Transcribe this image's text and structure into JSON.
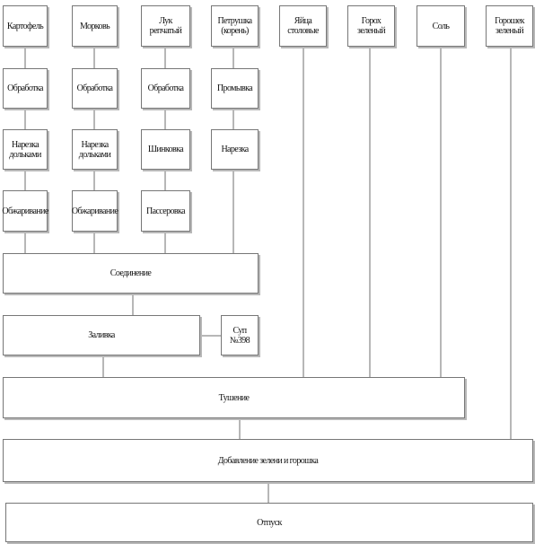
{
  "diagram": {
    "ingredients": {
      "potato": "Картофель",
      "carrot": "Морковь",
      "onion": "Лук репчатый",
      "parsley": "Петрушка (корень)",
      "egg": "Яйца столовые",
      "peas": "Горох зеленый",
      "salt": "Соль",
      "greens": "Горошек зеленый"
    },
    "steps": {
      "potato_process": "Обработка",
      "carrot_process": "Обработка",
      "onion_process": "Обработка",
      "parsley_wash": "Промывка",
      "potato_cut": "Нарезка дольками",
      "carrot_cut": "Нарезка дольками",
      "onion_shred": "Шинковка",
      "parsley_cut": "Нарезка",
      "potato_blanch": "Обжаривание",
      "carrot_blanch": "Обжаривание",
      "onion_saute": "Пассеровка",
      "combine": "Соединение",
      "fill": "Заливка",
      "soup": "Суп №398",
      "stew": "Тушение",
      "add_greens": "Добавление зелени и горошка",
      "serve": "Отпуск"
    }
  }
}
